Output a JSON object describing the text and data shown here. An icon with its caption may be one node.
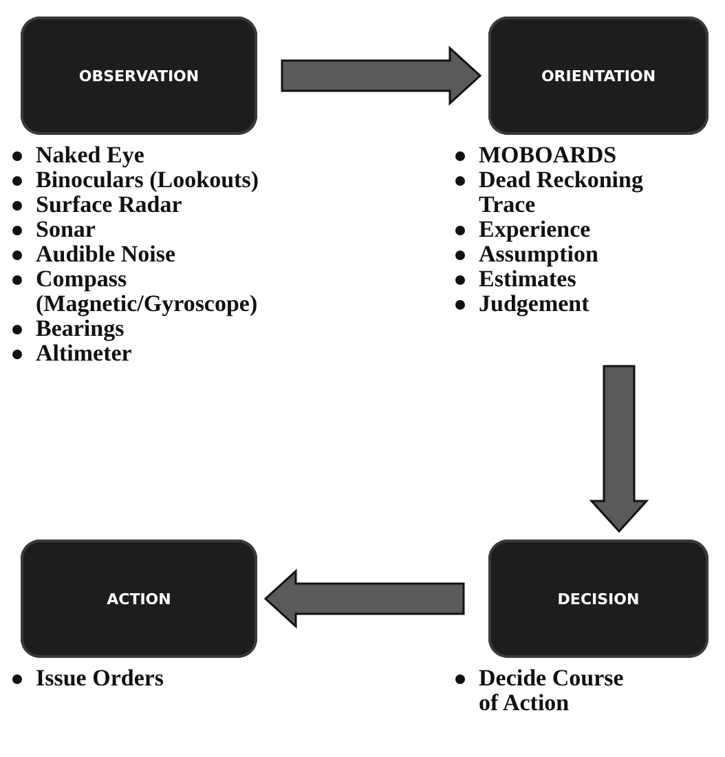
{
  "diagram": {
    "nodes": [
      {
        "text": [
          "OBSERVATION"
        ],
        "beside": [
          "Naked Eye",
          "Binoculars (Lookouts)",
          "Surface Radar",
          "Sonar",
          "Audible Noise",
          "Compass (Magnetic/Gyroscope)",
          "Bearings",
          "Altimeter"
        ]
      },
      {
        "text": [
          "ORIENTATION"
        ],
        "beside": [
          "MOBOARDS",
          "Dead Reckoning Trace",
          "Experience",
          "Assumption",
          "Estimates",
          "Judgement"
        ]
      },
      {
        "text": [
          "ACTION"
        ],
        "beside": [
          "Issue Orders"
        ]
      },
      {
        "text": [
          "DECISION"
        ],
        "beside": [
          "Decide Course of Action"
        ]
      }
    ],
    "edges": [
      {
        "from": 0,
        "to": 1,
        "arrow": "to"
      },
      {
        "from": 1,
        "to": 3,
        "arrow": "to"
      },
      {
        "from": 3,
        "to": 2,
        "arrow": "to"
      }
    ]
  }
}
